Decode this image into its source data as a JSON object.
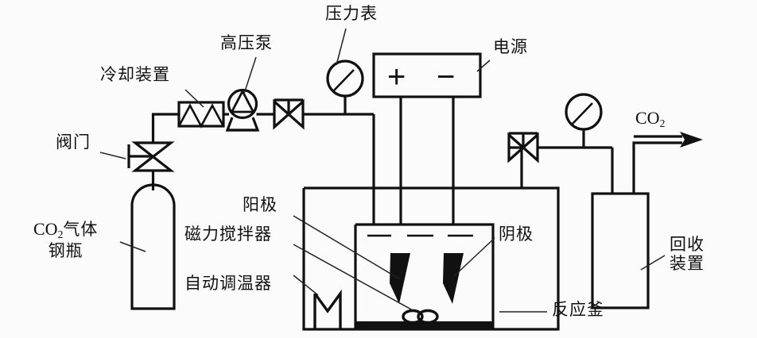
{
  "diagram": {
    "title": "CO2 electrochemical reaction apparatus schematic",
    "background_color": "#fbfbfc",
    "line_color": "#111111"
  },
  "labels": {
    "cooling_device": "冷却装置",
    "high_pressure_pump": "高压泵",
    "pressure_gauge": "压力表",
    "power_supply": "电源",
    "valve": "阀门",
    "co2_cylinder_line1": "CO",
    "co2_cylinder_sub": "2",
    "co2_cylinder_line1_tail": "气体",
    "co2_cylinder_line2": "钢瓶",
    "anode": "阳极",
    "magnetic_stirrer": "磁力搅拌器",
    "auto_thermostat": "自动调温器",
    "cathode": "阴极",
    "reactor_vessel": "反应釜",
    "recovery_device_line1": "回收",
    "recovery_device_line2": "装置",
    "co2_outlet": "CO",
    "co2_outlet_sub": "2",
    "power_plus": "+",
    "power_minus": "−"
  }
}
